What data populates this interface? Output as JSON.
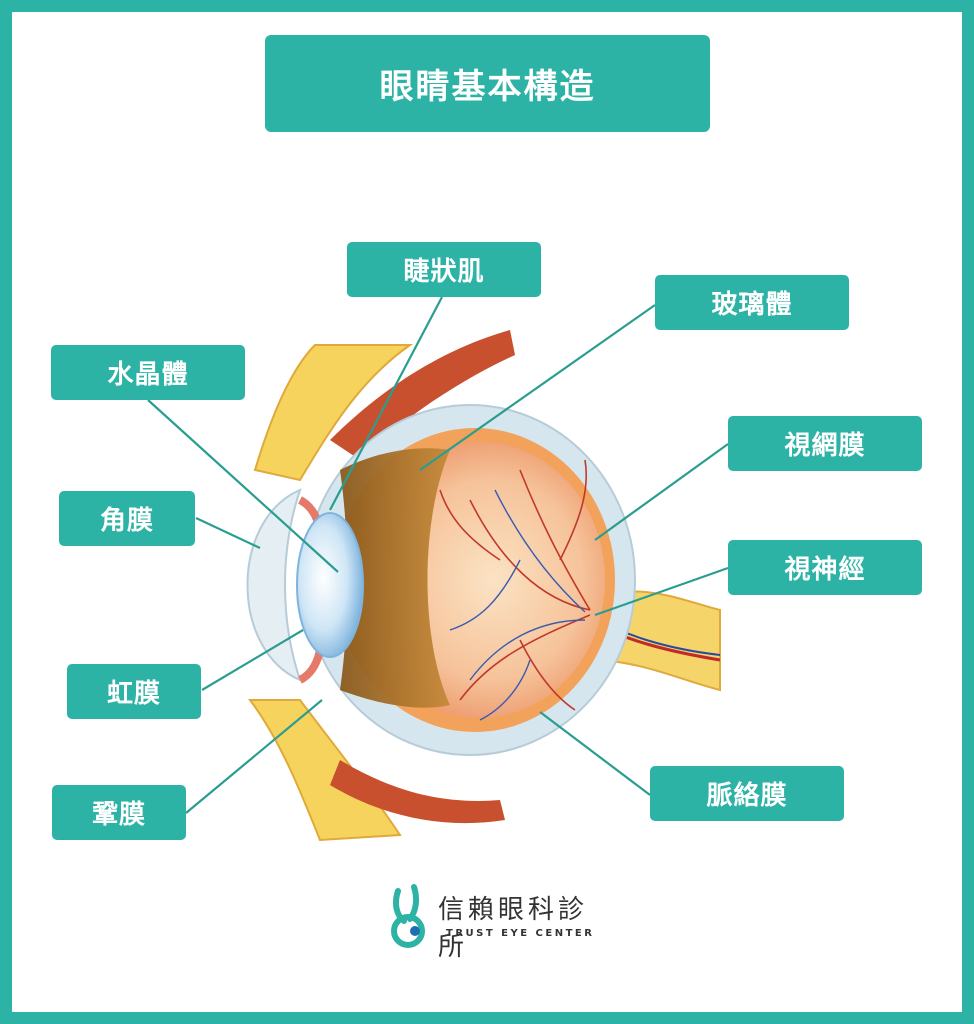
{
  "title": "眼睛基本構造",
  "labels": {
    "ciliary_muscle": "睫狀肌",
    "vitreous": "玻璃體",
    "lens": "水晶體",
    "retina": "視網膜",
    "cornea": "角膜",
    "optic_nerve": "視神經",
    "iris": "虹膜",
    "choroid": "脈絡膜",
    "sclera": "鞏膜"
  },
  "logo": {
    "name": "信賴眼科診所",
    "subtitle": "TRUST EYE CENTER"
  },
  "colors": {
    "accent": "#2db3a6",
    "leader_line": "#2a9d91"
  }
}
